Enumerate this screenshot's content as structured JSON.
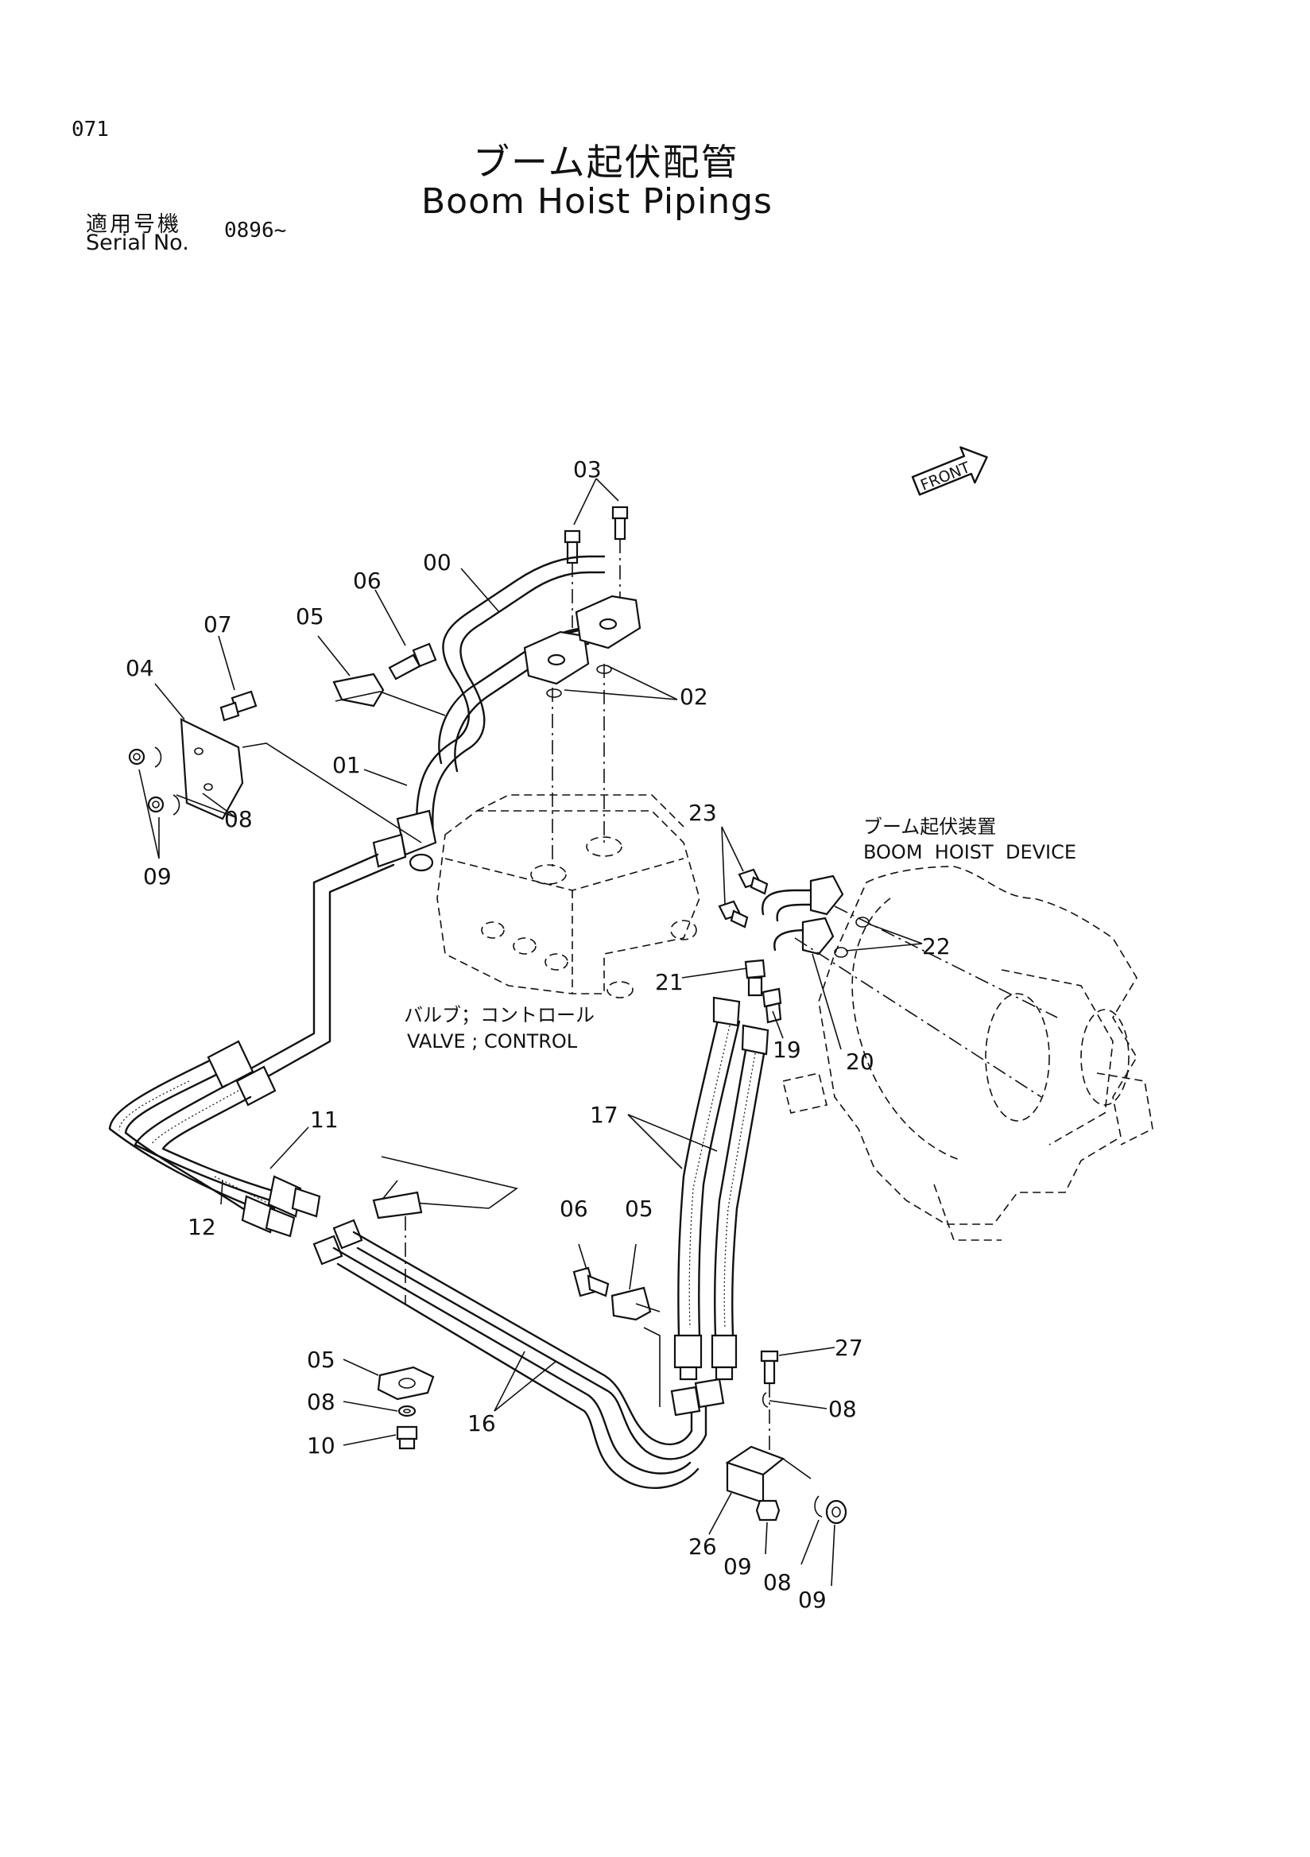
{
  "page_number": "071",
  "title": {
    "ja": "ブーム起伏配管",
    "en": "Boom Hoist Pipings"
  },
  "serial": {
    "label_ja": "適用号機",
    "label_en": "Serial No.",
    "value": "0896~"
  },
  "front_label": "FRONT",
  "captions": {
    "valve_ja": "バルブ；コントロール",
    "valve_en": "VALVE ; CONTROL",
    "boom_ja": "ブーム起伏装置",
    "boom_en": "BOOM  HOIST  DEVICE"
  },
  "callouts": {
    "c00": "00",
    "c01": "01",
    "c02": "02",
    "c03": "03",
    "c04": "04",
    "c05a": "05",
    "c06a": "06",
    "c07": "07",
    "c08a": "08",
    "c09a": "09",
    "c11": "11",
    "c12": "12",
    "c06b": "06",
    "c05b": "05",
    "c05c": "05",
    "c08b": "08",
    "c10": "10",
    "c16": "16",
    "c17": "17",
    "c19": "19",
    "c20": "20",
    "c21": "21",
    "c22": "22",
    "c23": "23",
    "c26": "26",
    "c27": "27",
    "c08c": "08",
    "c09b": "09",
    "c08d": "08",
    "c09c": "09"
  }
}
